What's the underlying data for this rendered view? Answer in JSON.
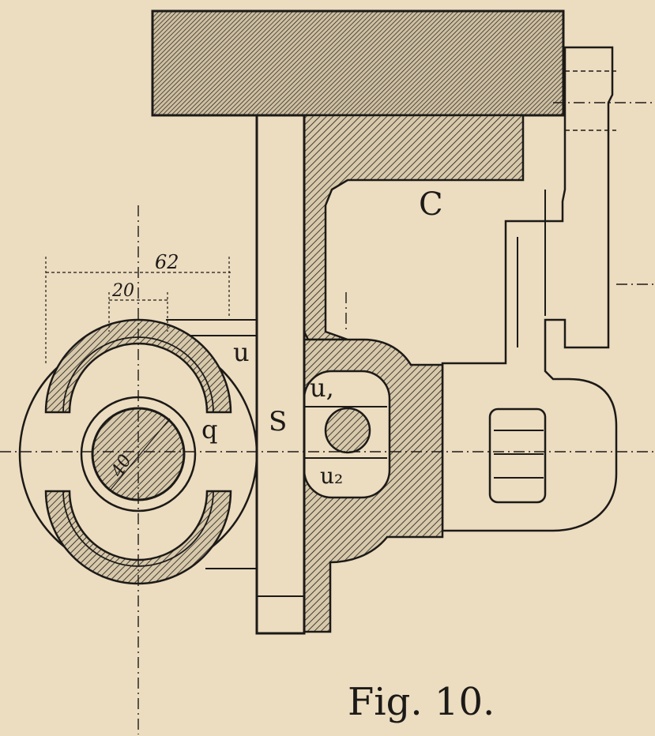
{
  "figure": {
    "caption": "Fig. 10.",
    "labels": {
      "c": "C",
      "s": "S",
      "u": "u",
      "u1": "u,",
      "u2": "u₂",
      "q": "q"
    },
    "dimensions": {
      "d62": "62",
      "d20": "20",
      "d40": "40"
    }
  },
  "colors": {
    "paper": "#ecdcc0",
    "ink": "#1c1a17"
  }
}
